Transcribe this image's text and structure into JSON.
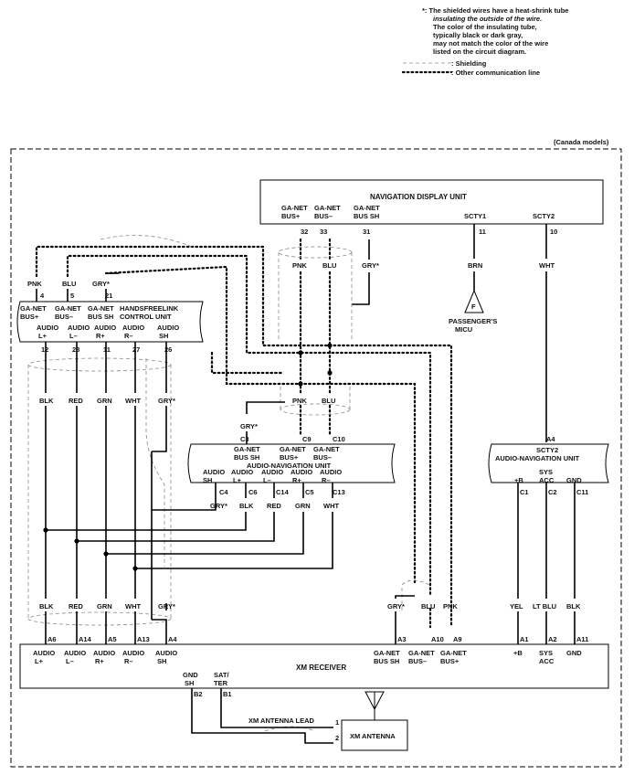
{
  "notes": {
    "star_line1": "*: The shielded wires have a heat-shrink tube",
    "star_line2": "insulating the outside of the wire.",
    "star_line3": "The color of the insulating tube,",
    "star_line4": "typically black or dark gray,",
    "star_line5": "may not match the color of the wire",
    "star_line6": "listed on the circuit diagram.",
    "legend_shielding": ": Shielding",
    "legend_comm": ": Other communication line"
  },
  "region": "(Canada models)",
  "nav_display": {
    "title": "NAVIGATION DISPLAY UNIT",
    "pins": [
      {
        "l1": "GA-NET",
        "l2": "BUS+",
        "num": "32",
        "wire": "PNK"
      },
      {
        "l1": "GA-NET",
        "l2": "BUS–",
        "num": "33",
        "wire": "BLU"
      },
      {
        "l1": "GA-NET",
        "l2": "BUS SH",
        "num": "31",
        "wire": "GRY*"
      },
      {
        "l1": "SCTY1",
        "l2": "",
        "num": "11",
        "wire": "BRN"
      },
      {
        "l1": "SCTY2",
        "l2": "",
        "num": "10",
        "wire": "WHT"
      }
    ],
    "ground_letter": "F",
    "ground_l1": "PASSENGER'S",
    "ground_l2": "MICU"
  },
  "hfl": {
    "title1": "HANDSFREELINK",
    "title2": "CONTROL UNIT",
    "top_wires": [
      "PNK",
      "BLU",
      "GRY*"
    ],
    "top_nums": [
      "4",
      "5",
      "21"
    ],
    "top_l1": [
      "GA-NET",
      "GA-NET",
      "GA-NET"
    ],
    "top_l2": [
      "BUS+",
      "BUS–",
      "BUS SH"
    ],
    "bot_l1": [
      "AUDIO",
      "AUDIO",
      "AUDIO",
      "AUDIO",
      "AUDIO"
    ],
    "bot_l2": [
      "L+",
      "L–",
      "R+",
      "R–",
      "SH"
    ],
    "bot_nums": [
      "12",
      "28",
      "11",
      "27",
      "26"
    ],
    "bot_wires": [
      "BLK",
      "RED",
      "GRN",
      "WHT",
      "GRY*"
    ]
  },
  "nav_mid": {
    "wires": [
      "PNK",
      "BLU"
    ]
  },
  "anu_left": {
    "title": "AUDIO-NAVIGATION UNIT",
    "top_wire": "GRY*",
    "top_nums": [
      "C3",
      "C9",
      "C10"
    ],
    "top_l1": [
      "GA-NET",
      "GA-NET",
      "GA-NET"
    ],
    "top_l2": [
      "BUS SH",
      "BUS+",
      "BUS–"
    ],
    "bot_l1": [
      "AUDIO",
      "AUDIO",
      "AUDIO",
      "AUDIO",
      "AUDIO"
    ],
    "bot_l2": [
      "SH",
      "L+",
      "L–",
      "R+",
      "R–"
    ],
    "bot_nums": [
      "C4",
      "C6",
      "C14",
      "C5",
      "C13"
    ],
    "bot_wires": [
      "GRY*",
      "BLK",
      "RED",
      "GRN",
      "WHT"
    ]
  },
  "anu_right": {
    "title": "AUDIO-NAVIGATION UNIT",
    "top_num": "A4",
    "top_label": "SCTY2",
    "labels_l1": [
      "+B",
      "SYS",
      "GND"
    ],
    "labels_l2": [
      "",
      "ACC",
      ""
    ],
    "nums": [
      "C1",
      "C2",
      "C11"
    ],
    "wires": [
      "YEL",
      "LT BLU",
      "BLK"
    ]
  },
  "xm_receiver": {
    "title": "XM RECEIVER",
    "left_wires": [
      "BLK",
      "RED",
      "GRN",
      "WHT",
      "GRY*"
    ],
    "left_nums": [
      "A6",
      "A14",
      "A5",
      "A13",
      "A4"
    ],
    "left_l1": [
      "AUDIO",
      "AUDIO",
      "AUDIO",
      "AUDIO",
      "AUDIO"
    ],
    "left_l2": [
      "L+",
      "L–",
      "R+",
      "R–",
      "SH"
    ],
    "mid_wires": [
      "GRY*",
      "BLU",
      "PNK"
    ],
    "mid_nums": [
      "A3",
      "A10",
      "A9"
    ],
    "mid_l1": [
      "GA-NET",
      "GA-NET",
      "GA-NET"
    ],
    "mid_l2": [
      "BUS SH",
      "BUS–",
      "BUS+"
    ],
    "right_wires": [
      "YEL",
      "LT BLU",
      "BLK"
    ],
    "right_nums": [
      "A1",
      "A2",
      "A11"
    ],
    "right_l1": [
      "+B",
      "SYS",
      "GND"
    ],
    "right_l2": [
      "",
      "ACC",
      ""
    ],
    "bottom_l1": [
      "GND",
      "SAT/"
    ],
    "bottom_l2": [
      "SH",
      "TER"
    ],
    "bottom_nums": [
      "B2",
      "B1"
    ]
  },
  "antenna": {
    "lead": "XM ANTENNA LEAD",
    "title": "XM ANTENNA",
    "pins": [
      "1",
      "2"
    ]
  }
}
